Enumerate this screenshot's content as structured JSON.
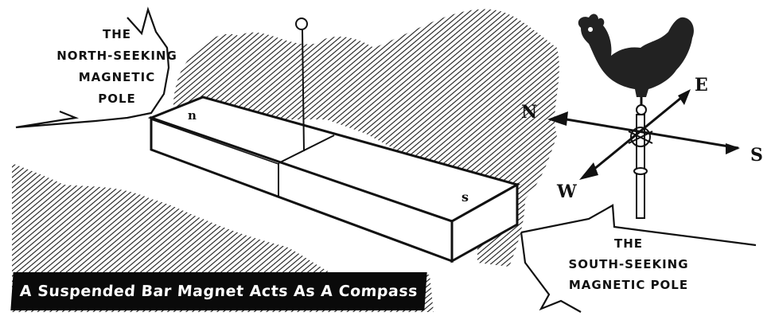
{
  "callouts": {
    "north": {
      "lines": [
        "THE",
        "NORTH-SEEKING",
        "MAGNETIC",
        "POLE"
      ]
    },
    "south": {
      "lines": [
        "THE",
        "SOUTH-SEEKING",
        "MAGNETIC POLE"
      ]
    }
  },
  "magnet": {
    "north_label": "n",
    "south_label": "s"
  },
  "weather_vane": {
    "directions": {
      "north": "N",
      "east": "E",
      "west": "W",
      "south": "S"
    }
  },
  "caption": "A Suspended Bar Magnet Acts As A Compass"
}
